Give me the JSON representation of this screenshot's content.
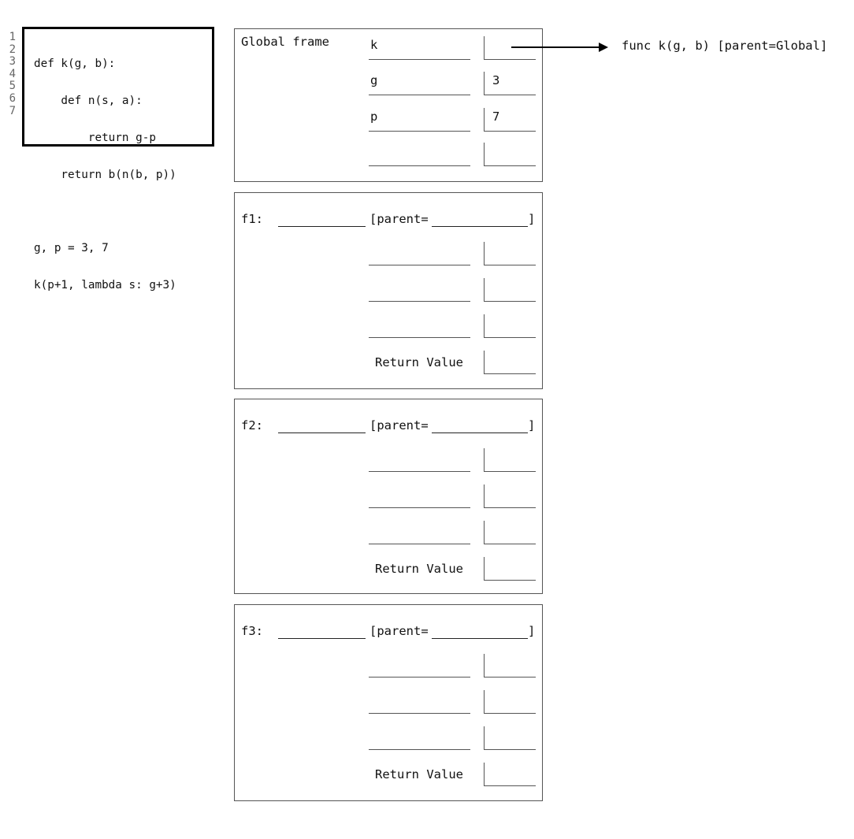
{
  "code": {
    "line_numbers": [
      "1",
      "2",
      "3",
      "4",
      "5",
      "6",
      "7"
    ],
    "lines": [
      "def k(g, b):",
      "    def n(s, a):",
      "        return g-p",
      "    return b(n(b, p))",
      "",
      "g, p = 3, 7",
      "k(p+1, lambda s: g+3)"
    ]
  },
  "global_frame": {
    "title": "Global frame",
    "bindings": [
      {
        "name": "k",
        "value": ""
      },
      {
        "name": "g",
        "value": "3"
      },
      {
        "name": "p",
        "value": "7"
      },
      {
        "name": "",
        "value": ""
      }
    ]
  },
  "function_object": {
    "label": "func k(g, b) [parent=Global]"
  },
  "frames": [
    {
      "label": "f1:",
      "parent_text": "[parent=",
      "close": "]",
      "return_label": "Return Value"
    },
    {
      "label": "f2:",
      "parent_text": "[parent=",
      "close": "]",
      "return_label": "Return Value"
    },
    {
      "label": "f3:",
      "parent_text": "[parent=",
      "close": "]",
      "return_label": "Return Value"
    }
  ]
}
